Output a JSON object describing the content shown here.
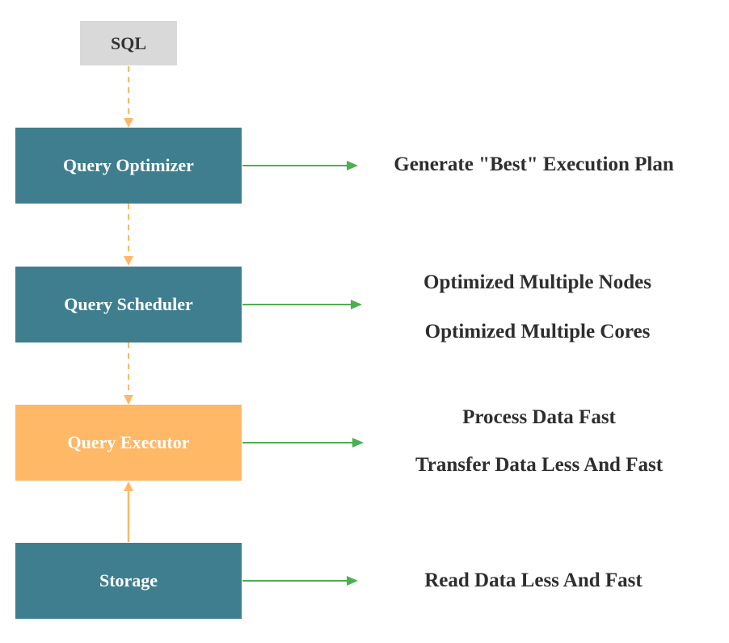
{
  "colors": {
    "primary_box": "#3f7e8e",
    "highlight_box": "#ffb866",
    "source_box": "#d9d9d9",
    "flow_arrow": "#ffb866",
    "output_arrow": "#4caf50",
    "text": "#2e2e2e"
  },
  "nodes": {
    "sql": {
      "label": "SQL"
    },
    "optimizer": {
      "label": "Query Optimizer"
    },
    "scheduler": {
      "label": "Query Scheduler"
    },
    "executor": {
      "label": "Query Executor"
    },
    "storage": {
      "label": "Storage"
    }
  },
  "outputs": {
    "optimizer": [
      "Generate \"Best\" Execution Plan"
    ],
    "scheduler": [
      "Optimized Multiple Nodes",
      "Optimized Multiple Cores"
    ],
    "executor": [
      "Process Data Fast",
      "Transfer Data Less And Fast"
    ],
    "storage": [
      "Read Data Less And Fast"
    ]
  }
}
